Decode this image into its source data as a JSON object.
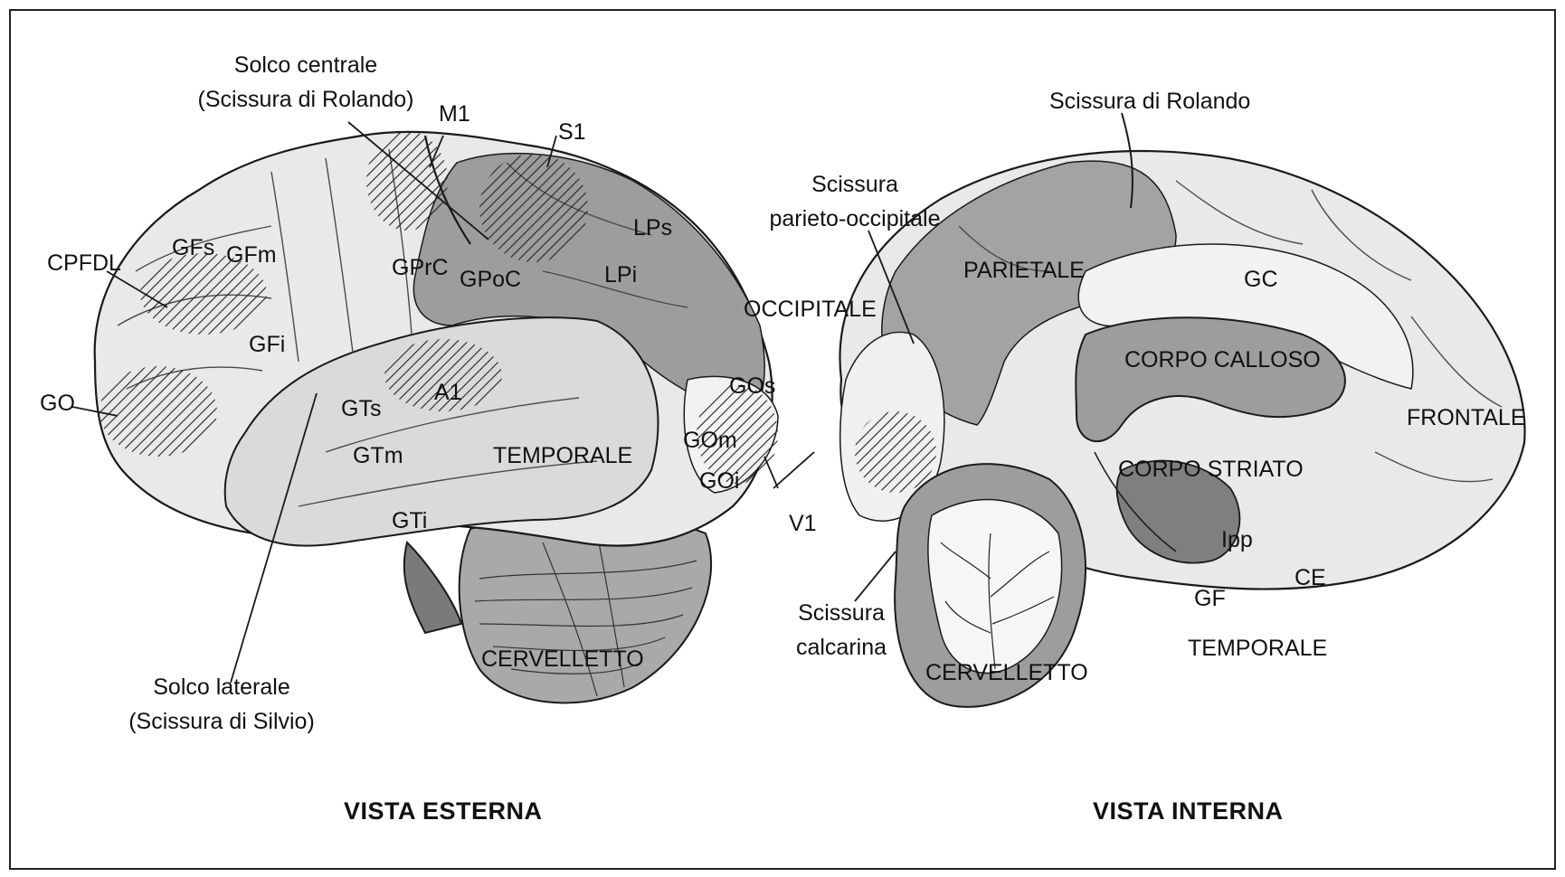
{
  "external_view": {
    "title": "VISTA ESTERNA",
    "labels": {
      "central_sulcus_1": "Solco centrale",
      "central_sulcus_2": "(Scissura di Rolando)",
      "m1": "M1",
      "s1": "S1",
      "lps": "LPs",
      "lpi": "LPi",
      "gfs": "GFs",
      "gfm": "GFm",
      "cpfdl": "CPFDL",
      "gprc": "GPrC",
      "gpoc": "GPoC",
      "gfi": "GFi",
      "occipitale": "OCCIPITALE",
      "go": "GO",
      "gts": "GTs",
      "a1": "A1",
      "gos": "GOs",
      "gom": "GOm",
      "gtm": "GTm",
      "temporale": "TEMPORALE",
      "goi": "GOi",
      "gti": "GTi",
      "cervelletto": "CERVELLETTO",
      "lateral_sulcus_1": "Solco laterale",
      "lateral_sulcus_2": "(Scissura di Silvio)"
    }
  },
  "internal_view": {
    "title": "VISTA INTERNA",
    "labels": {
      "rolando": "Scissura di Rolando",
      "parieto_1": "Scissura",
      "parieto_2": "parieto-occipitale",
      "parietale": "PARIETALE",
      "gc": "GC",
      "corpo_calloso": "CORPO CALLOSO",
      "frontale": "FRONTALE",
      "corpo_striato": "CORPO STRIATO",
      "v1": "V1",
      "ipp": "Ipp",
      "ce": "CE",
      "gf": "GF",
      "calcarina_1": "Scissura",
      "calcarina_2": "calcarina",
      "temporale": "TEMPORALE",
      "cervelletto": "CERVELLETTO"
    }
  },
  "colors": {
    "outline": "#1a1a1a",
    "light_lobe": "#e9e9e9",
    "mid_lobe": "#c9c9c9",
    "dark_lobe": "#9d9d9d",
    "darker_lobe": "#7f7f7f"
  }
}
